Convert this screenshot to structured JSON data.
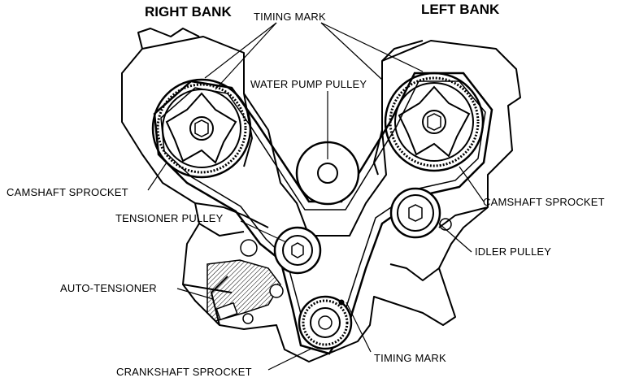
{
  "headers": {
    "right_bank": "RIGHT BANK",
    "left_bank": "LEFT BANK"
  },
  "labels": {
    "timing_mark_top": "TIMING MARK",
    "water_pump_pulley": "WATER PUMP PULLEY",
    "camshaft_sprocket_left": "CAMSHAFT SPROCKET",
    "camshaft_sprocket_right": "CAMSHAFT SPROCKET",
    "tensioner_pulley": "TENSIONER PULLEY",
    "idler_pulley": "IDLER PULLEY",
    "auto_tensioner": "AUTO-TENSIONER",
    "timing_mark_bottom": "TIMING MARK",
    "crankshaft_sprocket": "CRANKSHAFT SPROCKET"
  }
}
